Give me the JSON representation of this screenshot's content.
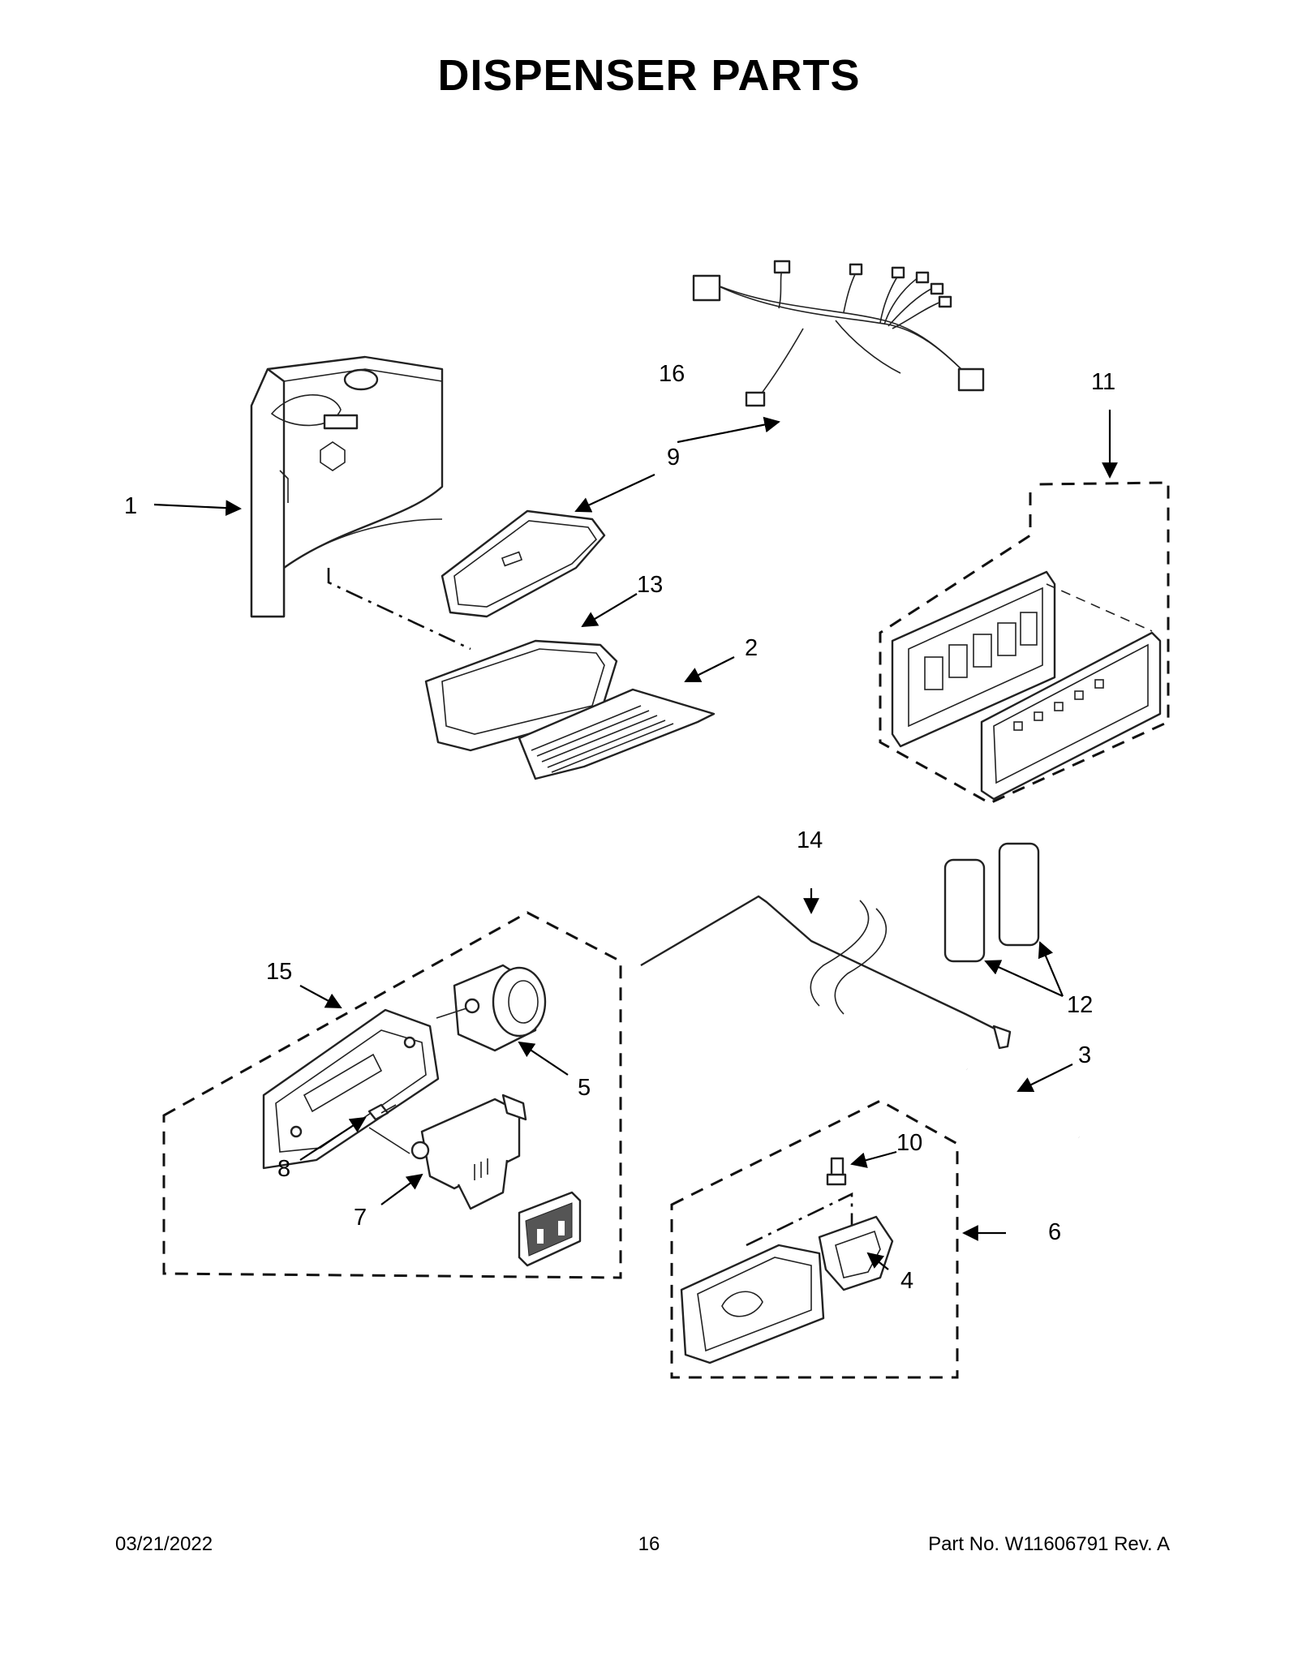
{
  "title": "DISPENSER PARTS",
  "footer": {
    "date": "03/21/2022",
    "page": "16",
    "part": "Part No.  W11606791  Rev.  A"
  },
  "callouts": {
    "c1": "1",
    "c2": "2",
    "c3": "3",
    "c4": "4",
    "c5": "5",
    "c6": "6",
    "c7": "7",
    "c8": "8",
    "c9": "9",
    "c10": "10",
    "c11": "11",
    "c12": "12",
    "c13": "13",
    "c14": "14",
    "c15": "15",
    "c16": "16"
  }
}
